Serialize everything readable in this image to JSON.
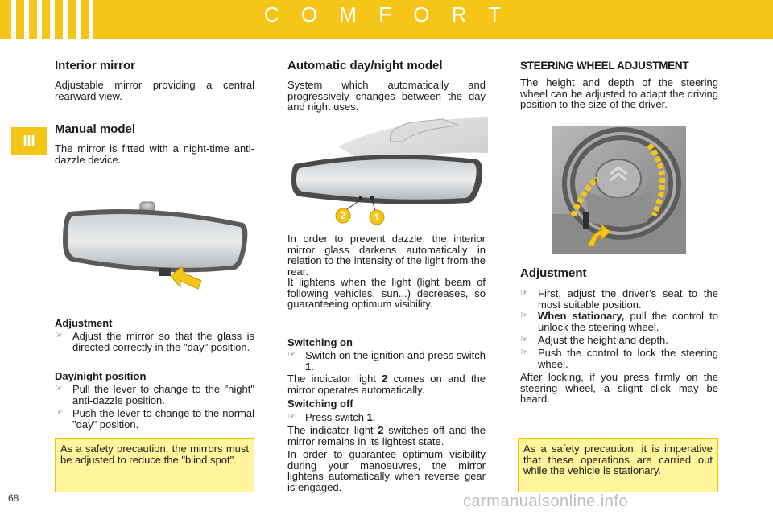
{
  "header": {
    "title": "C O M F O R T"
  },
  "chapter_tab": "III",
  "page_number": "68",
  "watermark": "carmanualsonline.info",
  "col1": {
    "heading1": "Interior mirror",
    "intro": "Adjustable mirror providing a central rearward view.",
    "heading2": "Manual model",
    "manual_text": "The mirror is fitted with a night-time anti-dazzle device.",
    "adjustment_title": "Adjustment",
    "adjustment_item": "Adjust the mirror so that the glass is directed correctly in the \"day\" position.",
    "daynight_title": "Day/night position",
    "daynight_items": [
      "Pull the lever to change to the \"night\" anti-dazzle position.",
      "Push the lever to change to the normal \"day\" position."
    ],
    "note": "As a safety precaution, the mirrors must be adjusted to reduce the \"blind spot\"."
  },
  "col2": {
    "heading": "Automatic day/night model",
    "intro": "System which automatically and progressively changes between the day and night uses.",
    "callouts": [
      "2",
      "1"
    ],
    "para1": "In order to prevent dazzle, the interior mirror glass darkens automatically in relation to the intensity of the light from the rear.",
    "para2": "It lightens when the light (light beam of following vehicles, sun...) decreases, so guaranteeing optimum visibility.",
    "switch_on_title": "Switching on",
    "switch_on_item": "Switch on the ignition and press switch",
    "switch_on_item_num": "1",
    "switch_on_text_a": "The indicator light",
    "switch_on_text_num": "2",
    "switch_on_text_b": "comes on and the mirror operates automatically.",
    "switch_off_title": "Switching off",
    "switch_off_item": "Press switch",
    "switch_off_item_num": "1",
    "switch_off_text_a": "The indicator light",
    "switch_off_text_num": "2",
    "switch_off_text_b": "switches off and the mirror remains in its lightest state.",
    "reverse_text": "In order to guarantee optimum visibility during your manoeuvres, the mirror lightens automatically when reverse gear is engaged."
  },
  "col3": {
    "heading": "STEERING WHEEL ADJUSTMENT",
    "intro": "The height and depth of the steering wheel can be adjusted to adapt the driving position to the size of the driver.",
    "adjustment_title": "Adjustment",
    "items": [
      {
        "bold": "",
        "text": "First, adjust the driver’s seat to the most suitable position."
      },
      {
        "bold": "When stationary,",
        "text": " pull the control to unlock the steering wheel."
      },
      {
        "bold": "",
        "text": "Adjust the height and depth."
      },
      {
        "bold": "",
        "text": "Push the control to lock the steering wheel."
      }
    ],
    "after_text": "After locking, if you press firmly on the steering wheel, a slight click may be heard.",
    "note": "As a safety precaution, it is imperative that these operations are carried out while the vehicle is stationary."
  },
  "bullet_glyph": "☞"
}
